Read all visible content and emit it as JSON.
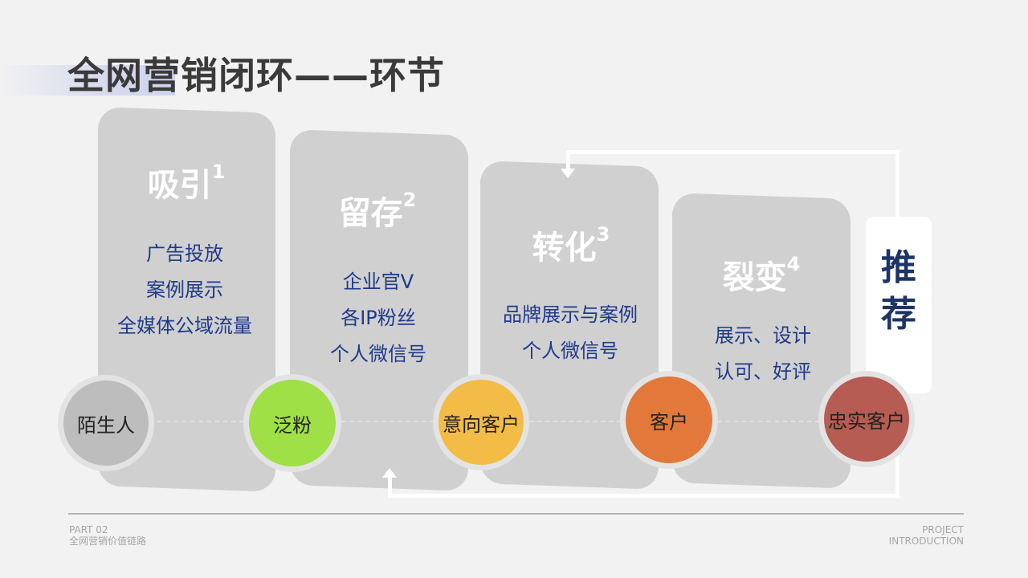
{
  "title": "全网营销闭环——环节",
  "stages": [
    {
      "name": "吸引",
      "num": "1",
      "items": [
        "广告投放",
        "案例展示",
        "全媒体公域流量"
      ]
    },
    {
      "name": "留存",
      "num": "2",
      "items": [
        "企业官V",
        "各IP粉丝",
        "个人微信号"
      ]
    },
    {
      "name": "转化",
      "num": "3",
      "items": [
        "品牌展示与案例",
        "个人微信号"
      ]
    },
    {
      "name": "裂变",
      "num": "4",
      "items": [
        "展示、设计",
        "认可、好评"
      ]
    }
  ],
  "recommend": "推荐",
  "nodes": [
    {
      "label": "陌生人",
      "color": "#bdbdbd"
    },
    {
      "label": "泛粉",
      "color": "#9ee045"
    },
    {
      "label": "意向客户",
      "color": "#f2bc46"
    },
    {
      "label": "客户",
      "color": "#e2793b"
    },
    {
      "label": "忠实客户",
      "color": "#b65c52"
    }
  ],
  "footer": {
    "part": "PART 02",
    "subtitle": "全网营销价值链路",
    "right_line1": "PROJECT",
    "right_line2": "INTRODUCTION"
  }
}
